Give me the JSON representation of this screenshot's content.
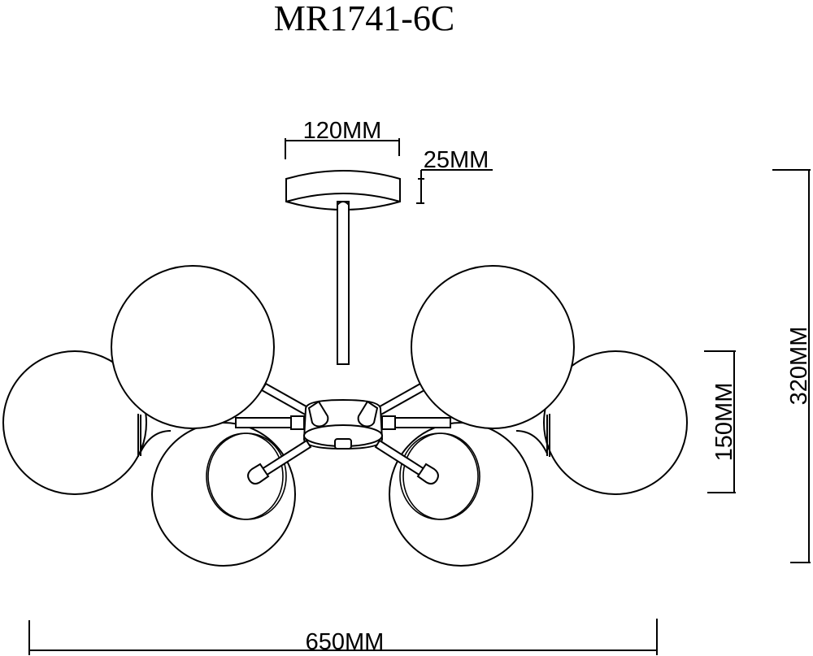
{
  "drawing": {
    "title": "MR1741-6C",
    "subject": "six-globe ceiling chandelier, front elevation",
    "colors": {
      "line": "#000000",
      "background": "#ffffff"
    }
  },
  "dimensions": {
    "canopy_width": "120MM",
    "canopy_height": "25MM",
    "globe_height": "150MM",
    "total_height": "320MM",
    "total_width": "650MM"
  },
  "components": {
    "canopy": "ceiling-canopy",
    "stem": "downrod",
    "hub": "central-hub",
    "globes_count": 6,
    "arms_count": 6
  }
}
